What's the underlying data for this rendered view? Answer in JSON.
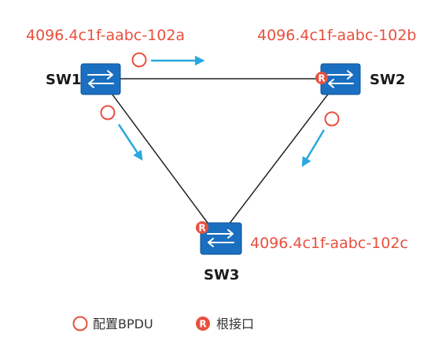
{
  "switches": {
    "sw1": {
      "name": "SW1",
      "bridge_id": "4096.4c1f-aabc-102a"
    },
    "sw2": {
      "name": "SW2",
      "bridge_id": "4096.4c1f-aabc-102b"
    },
    "sw3": {
      "name": "SW3",
      "bridge_id": "4096.4c1f-aabc-102c"
    }
  },
  "legend": {
    "bpdu_label": "配置BPDU",
    "root_port_label": "根接口",
    "root_badge_letter": "R"
  },
  "colors": {
    "switch_fill": "#1a6fc1",
    "arrow": "#29a8e0",
    "bpdu_ring": "#e8503f",
    "root_badge": "#e8503f",
    "bridge_id_text": "#e8503f"
  }
}
